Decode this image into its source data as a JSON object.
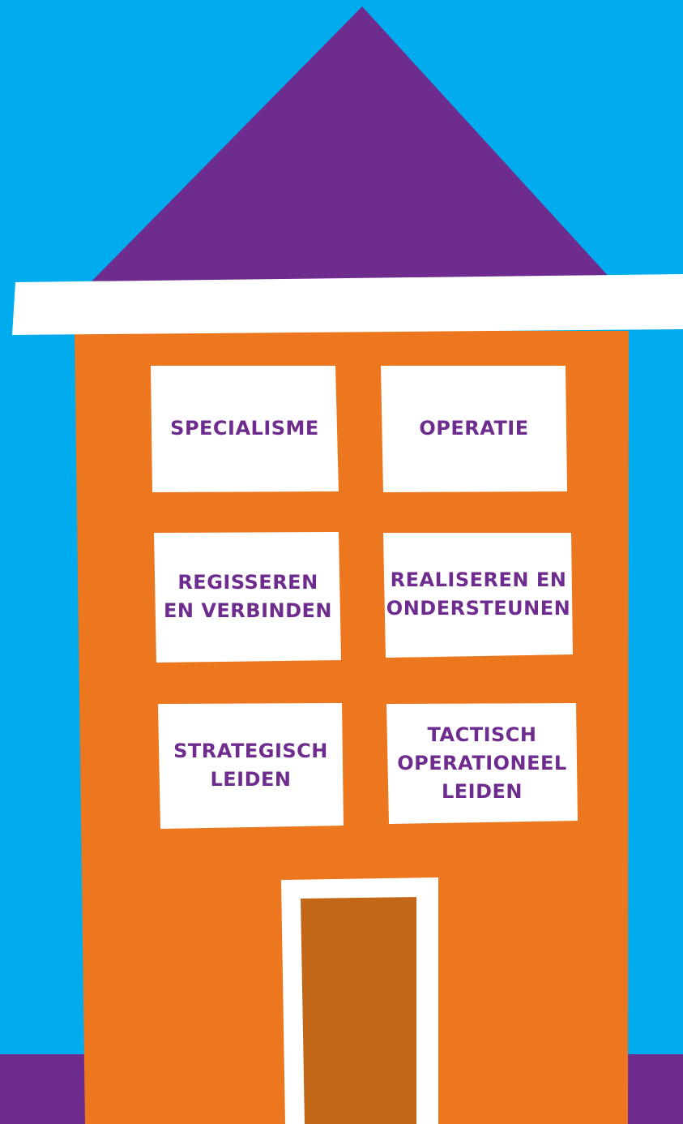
{
  "colors": {
    "sky": "#00aced",
    "roof": "#6f2c8f",
    "eave": "#ffffff",
    "wall": "#ec771e",
    "window": "#ffffff",
    "text": "#6f2c8f",
    "ground": "#6f2c8f",
    "door_frame": "#ffffff",
    "door": "#c26618"
  },
  "windows": [
    {
      "id": "specialisme",
      "label": "SPECIALISME"
    },
    {
      "id": "operatie",
      "label": "OPERATIE"
    },
    {
      "id": "regisseren-en-verbinden",
      "label": "REGISSEREN\nEN VERBINDEN"
    },
    {
      "id": "realiseren-en-ondersteunen",
      "label": "REALISEREN EN\nONDERSTEUNEN"
    },
    {
      "id": "strategisch-leiden",
      "label": "STRATEGISCH\nLEIDEN"
    },
    {
      "id": "tactisch-operationeel-leiden",
      "label": "TACTISCH\nOPERATIONEEL\nLEIDEN"
    }
  ]
}
